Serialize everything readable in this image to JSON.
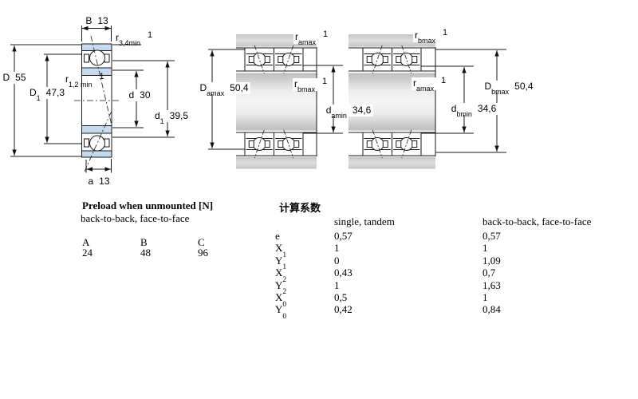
{
  "drawing": {
    "colors": {
      "ring_blue": "#c5daee",
      "steel_gray": "#cccccc"
    },
    "bearing_cs": {
      "B": {
        "sym": "B",
        "val": "13"
      },
      "r34": {
        "sym": "r",
        "sub": "3,4min",
        "note": "1"
      },
      "D": {
        "sym": "D",
        "val": "55"
      },
      "D1": {
        "sym": "D",
        "sub": "1",
        "val": "47,3"
      },
      "r12": {
        "sym": "r",
        "sub": "1,2 min",
        "note": "1"
      },
      "d": {
        "sym": "d",
        "val": "30"
      },
      "d1": {
        "sym": "d",
        "sub": "1",
        "val": "39,5"
      },
      "a": {
        "sym": "a",
        "val": "13"
      }
    },
    "arr1": {
      "r_top": {
        "sym": "r",
        "sub": "amax",
        "note": "1"
      },
      "r_mid": {
        "sym": "r",
        "sub": "bmax",
        "note": "1"
      },
      "D": {
        "sym": "D",
        "sub": "amax",
        "val": "50,4"
      },
      "d": {
        "sym": "d",
        "sub": "amin",
        "val": "34,6"
      }
    },
    "arr2": {
      "r_top": {
        "sym": "r",
        "sub": "bmax",
        "note": "1"
      },
      "r_mid": {
        "sym": "r",
        "sub": "amax",
        "note": "1"
      },
      "D": {
        "sym": "D",
        "sub": "bmax",
        "val": "50,4"
      },
      "d": {
        "sym": "d",
        "sub": "bmin",
        "val": "34,6"
      }
    }
  },
  "preload": {
    "title": "Preload when unmounted [N]",
    "subtitle": "back-to-back, face-to-face",
    "headers": [
      "A",
      "B",
      "C"
    ],
    "values": [
      "24",
      "48",
      "96"
    ]
  },
  "factors": {
    "title": "计算系数",
    "col1": "single, tandem",
    "col2": "back-to-back, face-to-face",
    "rows": [
      {
        "sym": "e",
        "sub": "",
        "v1": "0,57",
        "v2": "0,57"
      },
      {
        "sym": "X",
        "sub": "1",
        "v1": "1",
        "v2": "1"
      },
      {
        "sym": "Y",
        "sub": "1",
        "v1": "0",
        "v2": "1,09"
      },
      {
        "sym": "X",
        "sub": "2",
        "v1": "0,43",
        "v2": "0,7"
      },
      {
        "sym": "Y",
        "sub": "2",
        "v1": "1",
        "v2": "1,63"
      },
      {
        "sym": "X",
        "sub": "0",
        "v1": "0,5",
        "v2": "1"
      },
      {
        "sym": "Y",
        "sub": "0",
        "v1": "0,42",
        "v2": "0,84"
      }
    ]
  }
}
